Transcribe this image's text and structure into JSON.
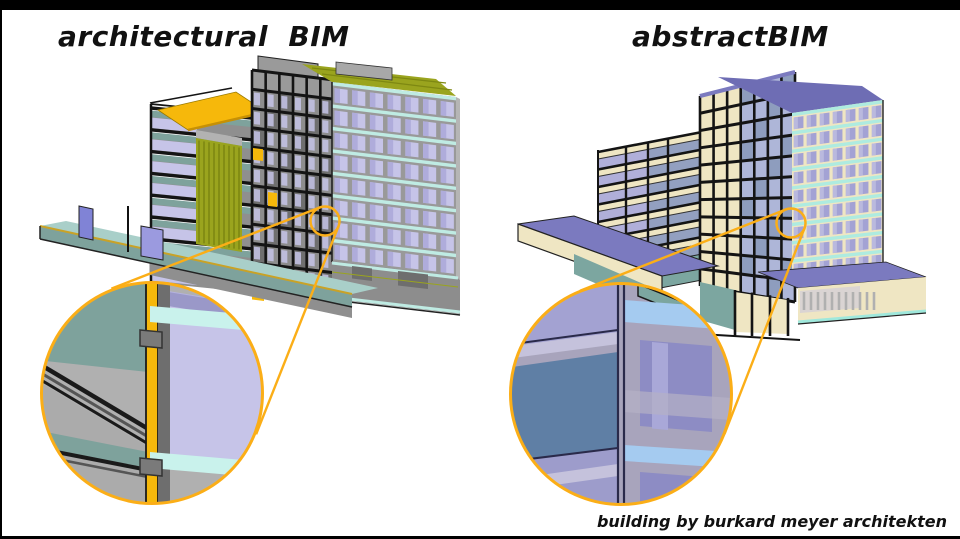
{
  "panels": {
    "left": {
      "title": "architectural  BIM"
    },
    "right": {
      "title": "abstractBIM"
    }
  },
  "credit": {
    "text": "building by burkard meyer architekten"
  },
  "colors": {
    "title_text": "#111111",
    "frame_bar": "#000000",
    "callout_orange": "#FBAE17",
    "left": {
      "window": "#C6C4E8",
      "window_shade": "#ACAAD9",
      "mullion": "#999999",
      "cyan_band": "#BFEBE3",
      "olive": "#9AA41E",
      "olive_dark": "#7E8812",
      "yellow": "#F6B80B",
      "teal": "#7EA29C",
      "teal_light": "#A9CFC9",
      "frame_dark": "#141414",
      "concrete": "#8D8D8D",
      "concrete_light": "#B2B2B2",
      "purple_panel": "#8083D6",
      "purple_panel2": "#9B9ADF"
    },
    "right": {
      "cream": "#EFE6C3",
      "cream_dark": "#E0D6B0",
      "window": "#A3A2D4",
      "window_light": "#BCBBDF",
      "cyan_band": "#AEEBE0",
      "roof_purple": "#6E6DB4",
      "roof_purple_light": "#7B7ABF",
      "roof_purple_dark": "#54549E",
      "teal": "#7CA6A0",
      "steel_blue": "#5F7FA5",
      "sky_blue": "#A5CBF0",
      "frame_dark": "#141414",
      "blue_gray": "#93A0C0",
      "mauve": "#A8A4BC",
      "periwinkle": "#9D9CCB"
    }
  }
}
